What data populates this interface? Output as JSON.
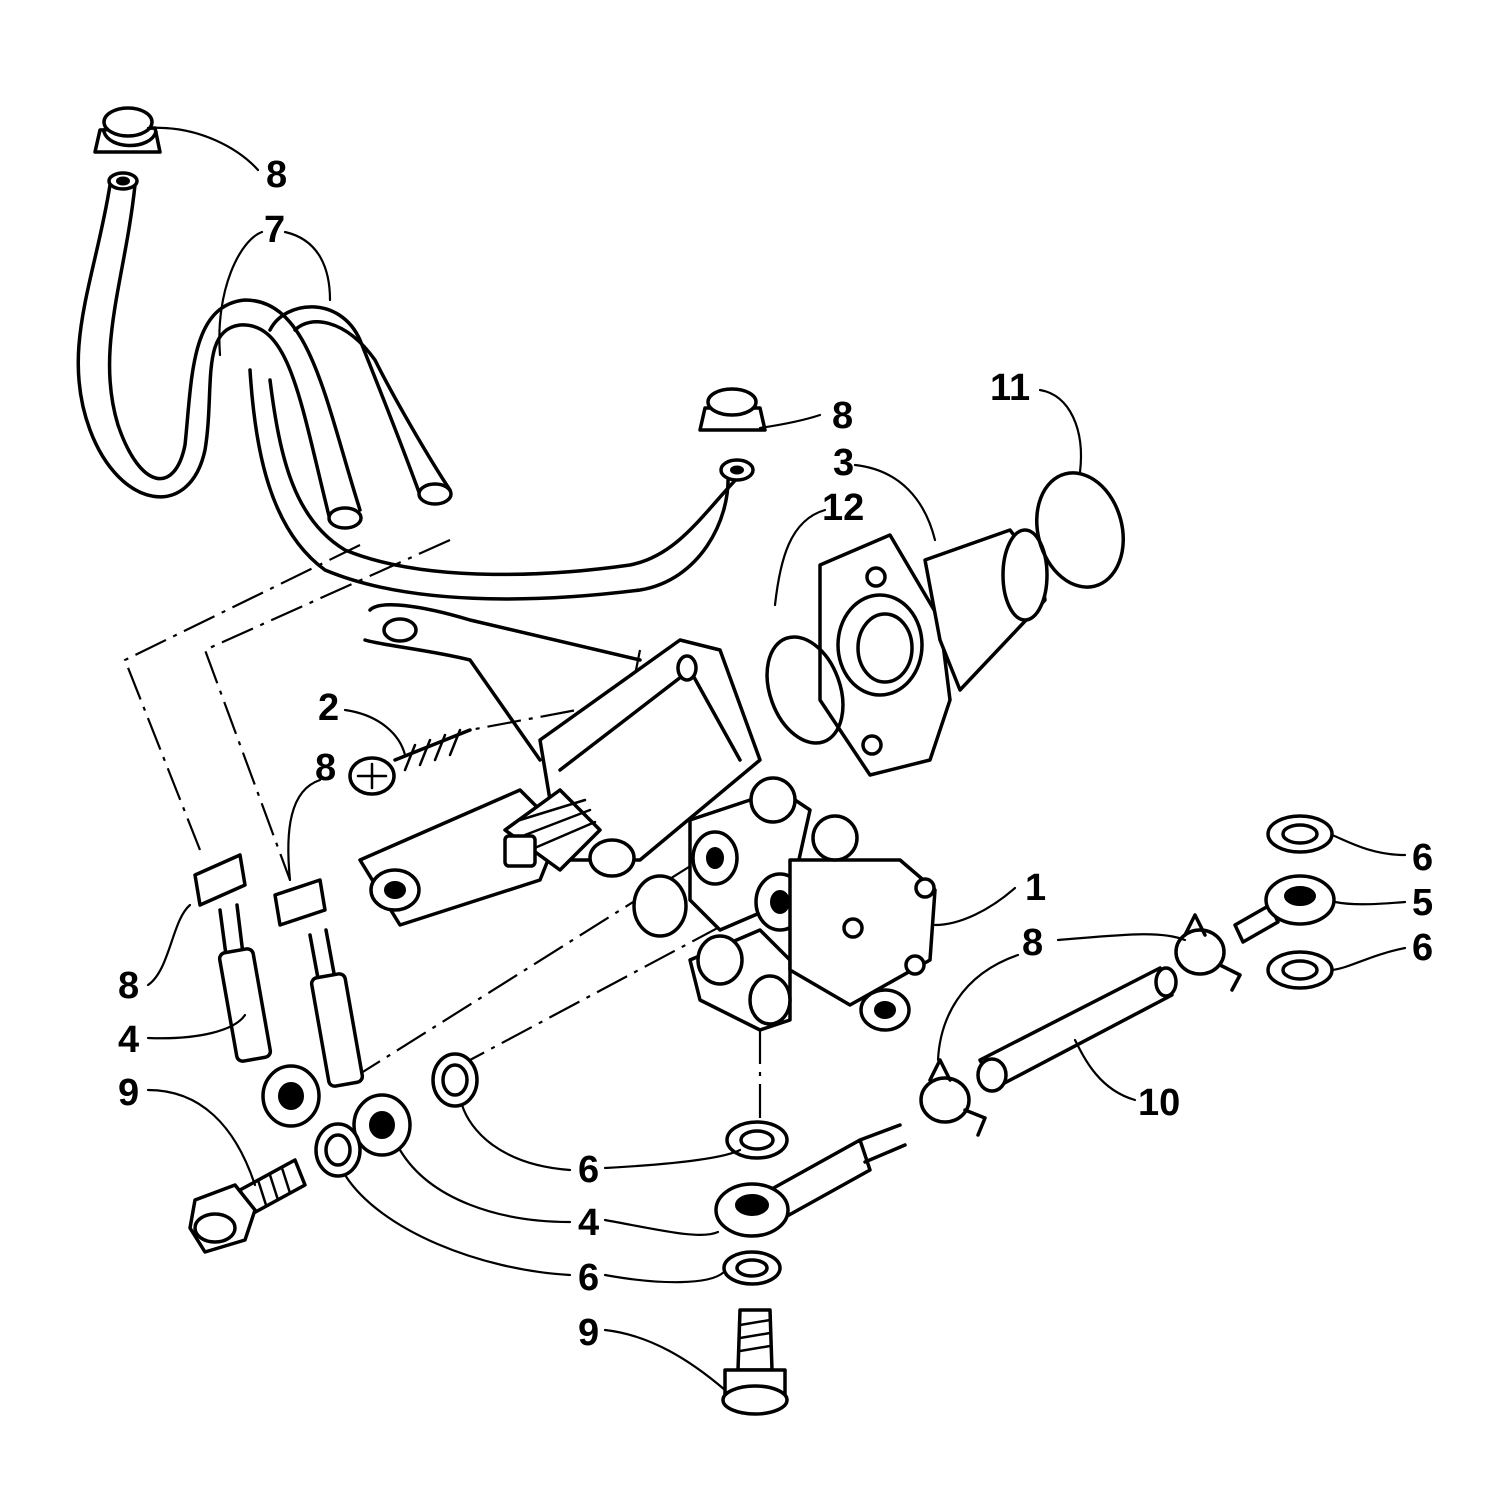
{
  "callouts": {
    "c1": "1",
    "c2": "2",
    "c3": "3",
    "c4a": "4",
    "c4b": "4",
    "c5": "5",
    "c6a": "6",
    "c6b": "6",
    "c6c": "6",
    "c6d": "6",
    "c7": "7",
    "c8a": "8",
    "c8b": "8",
    "c8c": "8",
    "c8d": "8",
    "c8e": "8",
    "c9a": "9",
    "c9b": "9",
    "c10": "10",
    "c11": "11",
    "c12": "12"
  }
}
